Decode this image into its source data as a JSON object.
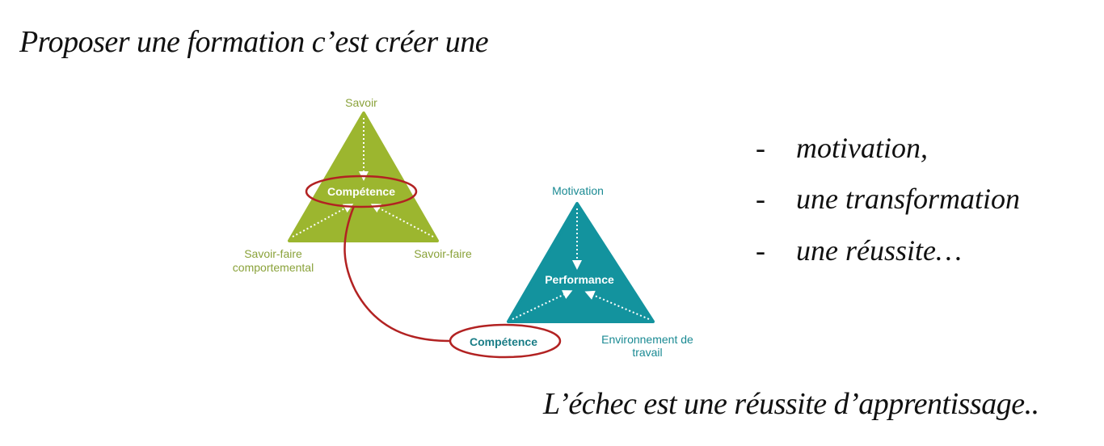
{
  "title": "Proposer une formation c’est créer une",
  "bullets": [
    {
      "dash": "-",
      "text": "motivation,"
    },
    {
      "dash": "-",
      "text": "une transformation"
    },
    {
      "dash": "-",
      "text": "une réussite…"
    }
  ],
  "quote": "L’échec est une réussite d’apprentissage..",
  "diagram": {
    "green_triangle": {
      "top": "Savoir",
      "center": "Compétence",
      "bottom_left_1": "Savoir-faire",
      "bottom_left_2": "comportemental",
      "bottom_right": "Savoir-faire"
    },
    "teal_triangle": {
      "top": "Motivation",
      "center": "Performance",
      "bottom_left": "Compétence",
      "bottom_right_1": "Environnement de",
      "bottom_right_2": "travail"
    },
    "colors": {
      "green": "#9cb62f",
      "teal": "#13939e",
      "red": "#b22222",
      "green_text": "#8aa23a",
      "teal_text": "#1a8a93"
    }
  }
}
